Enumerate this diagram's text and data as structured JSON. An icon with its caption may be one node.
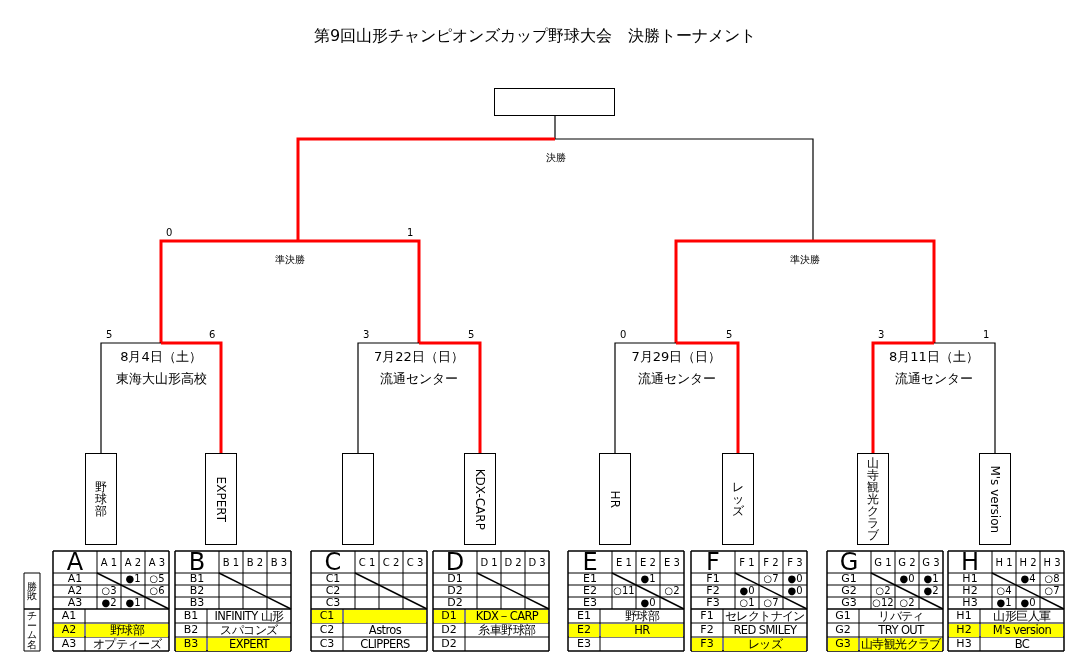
{
  "diagram": {
    "title": "第9回山形チャンピオンズカップ野球大会　決勝トーナメント",
    "nodes": [
      {
        "text": [],
        "shape": "box"
      },
      {
        "text": [
          "決勝"
        ]
      },
      {
        "text": [
          "準決勝"
        ]
      },
      {
        "text": [
          "準決勝"
        ]
      },
      {
        "text": [
          "8月4日（土）",
          "東海大山形高校"
        ]
      },
      {
        "text": [
          "7月22日（日）",
          "流通センター"
        ]
      },
      {
        "text": [
          "7月29日（日）",
          "流通センター"
        ]
      },
      {
        "text": [
          "8月11日（土）",
          "流通センター"
        ]
      },
      {
        "text": [
          "野球部"
        ]
      },
      {
        "text": [
          "EXPERT"
        ]
      },
      {
        "text": [],
        "shape": "box"
      },
      {
        "text": [
          "KDX-CARP"
        ]
      },
      {
        "text": [
          "HR"
        ]
      },
      {
        "text": [
          "レッズ"
        ]
      },
      {
        "text": [
          "山寺観光クラブ"
        ]
      },
      {
        "text": [
          "M's version"
        ]
      }
    ],
    "edges": [
      {
        "from": 1,
        "to": 0,
        "arrow": "none",
        "color": "#000000"
      },
      {
        "from": 2,
        "to": 1,
        "arrow": "none"
      },
      {
        "from": 3,
        "to": 1,
        "arrow": "none",
        "color": "#000000"
      },
      {
        "from": 4,
        "to": 2,
        "arrow": "none",
        "label": "0"
      },
      {
        "from": 5,
        "to": 2,
        "arrow": "none",
        "label": "1"
      },
      {
        "from": 6,
        "to": 3,
        "arrow": "none"
      },
      {
        "from": 7,
        "to": 3,
        "arrow": "none"
      },
      {
        "from": 8,
        "to": 4,
        "arrow": "none",
        "label": "5",
        "color": "#000000"
      },
      {
        "from": 9,
        "to": 4,
        "arrow": "none",
        "label": "6"
      },
      {
        "from": 10,
        "to": 5,
        "arrow": "none",
        "label": "3",
        "color": "#000000"
      },
      {
        "from": 11,
        "to": 5,
        "arrow": "none",
        "label": "5"
      },
      {
        "from": 12,
        "to": 6,
        "arrow": "none",
        "label": "0",
        "color": "#000000"
      },
      {
        "from": 13,
        "to": 6,
        "arrow": "none",
        "label": "5"
      },
      {
        "from": 14,
        "to": 7,
        "arrow": "none",
        "label": "3"
      },
      {
        "from": 15,
        "to": 7,
        "arrow": "none",
        "label": "1",
        "color": "#000000"
      }
    ],
    "labels": [
      "勝敗",
      "チーム名",
      "A",
      "A 1",
      "A 2",
      "A 3",
      "A1",
      "●1",
      "○5",
      "A2",
      "○3",
      "○6",
      "A3",
      "●2",
      "●1",
      "A1",
      "A2",
      "野球部",
      "A3",
      "オプティーズ",
      "B",
      "B 1",
      "B 2",
      "B 3",
      "B1",
      "B2",
      "B3",
      "B1",
      "INFINITY 山形",
      "B2",
      "スパコンズ",
      "B3",
      "EXPERT",
      "C",
      "C 1",
      "C 2",
      "C 3",
      "C1",
      "C2",
      "C3",
      "C1",
      "C2",
      "Astros",
      "C3",
      "CLIPPERS",
      "D",
      "D 1",
      "D 2",
      "D 3",
      "D1",
      "D2",
      "D2",
      "D1",
      "KDX－CARP",
      "D2",
      "糸車野球部",
      "D2",
      "E",
      "E 1",
      "E 2",
      "E 3",
      "E1",
      "●1",
      "E2",
      "○11",
      "○2",
      "E3",
      "●0",
      "E1",
      "野球部",
      "E2",
      "HR",
      "E3",
      "F",
      "F 1",
      "F 2",
      "F 3",
      "F1",
      "○7",
      "●0",
      "F2",
      "●0",
      "●0",
      "F3",
      "○1",
      "○7",
      "F1",
      "セレクトナイン",
      "F2",
      "RED SMILEY",
      "F3",
      "レッズ",
      "G",
      "G 1",
      "G 2",
      "G 3",
      "G1",
      "●0",
      "●1",
      "G2",
      "○2",
      "●2",
      "G3",
      "○12",
      "○2",
      "G1",
      "リバティ",
      "G2",
      "TRY OUT",
      "G3",
      "山寺観光クラブ",
      "H",
      "H 1",
      "H 2",
      "H 3",
      "H1",
      "●4",
      "○8",
      "H2",
      "○4",
      "○7",
      "H3",
      "●1",
      "●0",
      "H1",
      "山形巨人軍",
      "H2",
      "M's version",
      "H3",
      "BC"
    ]
  }
}
